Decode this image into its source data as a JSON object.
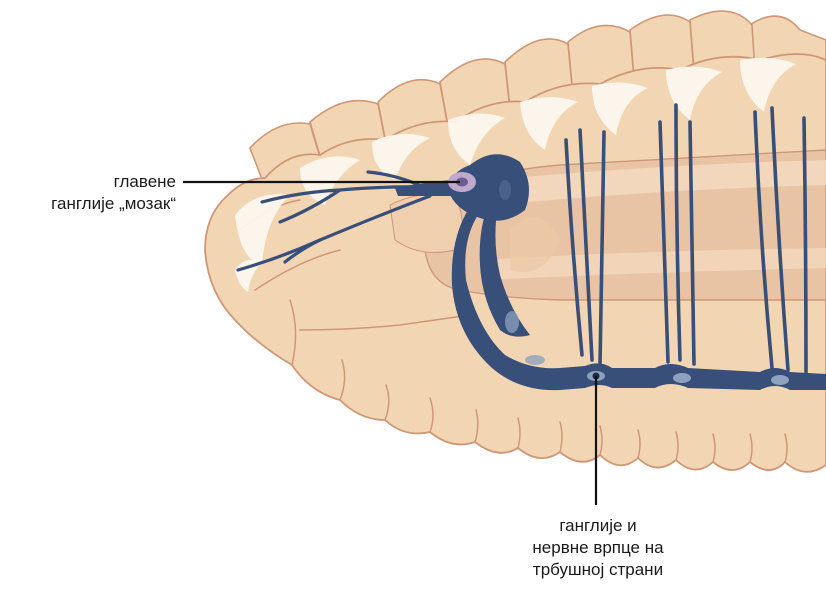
{
  "labels": {
    "brain": {
      "line1": "главене",
      "line2": "ганглије „мозак“"
    },
    "ventral_cord": {
      "line1": "ганглије и",
      "line2": "нервне врпце на",
      "line3": "трбушној страни"
    }
  },
  "colors": {
    "body": "#f2d6b3",
    "body_outline": "#cf9777",
    "highlight": "#fcf7ef",
    "gut": "#e9c4a4",
    "nerve": "#384f79",
    "ganglion_core": "#8ea1bf",
    "brain_core": "#bfa9cf",
    "leader_line": "#111111"
  },
  "icons": {
    "brain_ganglion": "brain-ganglion-icon",
    "ventral_ganglion": "ventral-ganglion-icon"
  }
}
